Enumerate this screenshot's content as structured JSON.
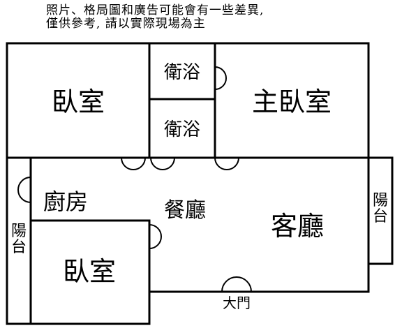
{
  "disclaimer": {
    "line1": "照片、格局圖和廣告可能會有一些差異,",
    "line2": "僅供參考, 請以實際現場為主"
  },
  "rooms": {
    "bedroom_top_left": "臥室",
    "bath_upper": "衛浴",
    "bath_lower": "衛浴",
    "master_bedroom": "主臥室",
    "kitchen": "廚房",
    "dining": "餐廳",
    "living": "客廳",
    "balcony_left": "陽台",
    "balcony_right": "陽台",
    "bedroom_bottom_left": "臥室",
    "main_door": "大門"
  },
  "colors": {
    "wall": "#000000",
    "background": "#ffffff"
  }
}
